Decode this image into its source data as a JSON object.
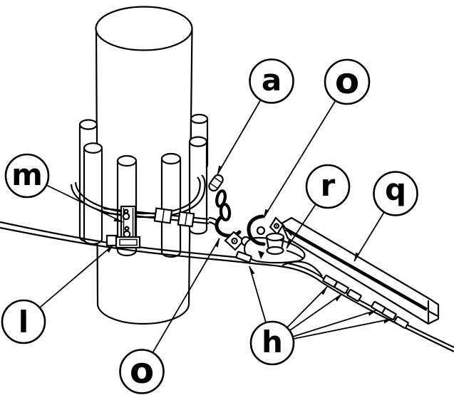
{
  "figure": {
    "background_color": "#ffffff",
    "line_color": "#000000",
    "kind": "technical-line-drawing"
  },
  "callouts": [
    {
      "id": "a",
      "letter": "a"
    },
    {
      "id": "o-upper",
      "letter": "o"
    },
    {
      "id": "m",
      "letter": "m"
    },
    {
      "id": "r",
      "letter": "r"
    },
    {
      "id": "q",
      "letter": "q"
    },
    {
      "id": "l",
      "letter": "l"
    },
    {
      "id": "o-lower",
      "letter": "o"
    },
    {
      "id": "h",
      "letter": "h"
    }
  ]
}
